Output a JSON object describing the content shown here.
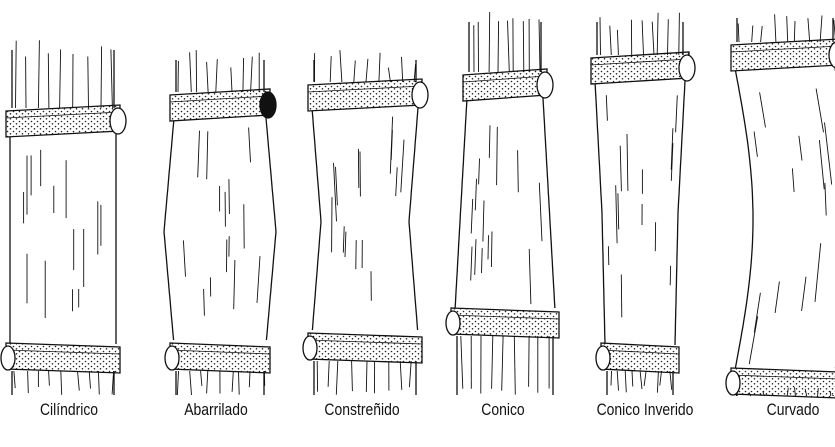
{
  "figure": {
    "internodes": [
      {
        "label": "Cilíndrico"
      },
      {
        "label": "Abarrilado"
      },
      {
        "label": "Constreñido"
      },
      {
        "label": "Conico"
      },
      {
        "label": "Conico Inverido"
      },
      {
        "label": "Curvado"
      }
    ]
  }
}
